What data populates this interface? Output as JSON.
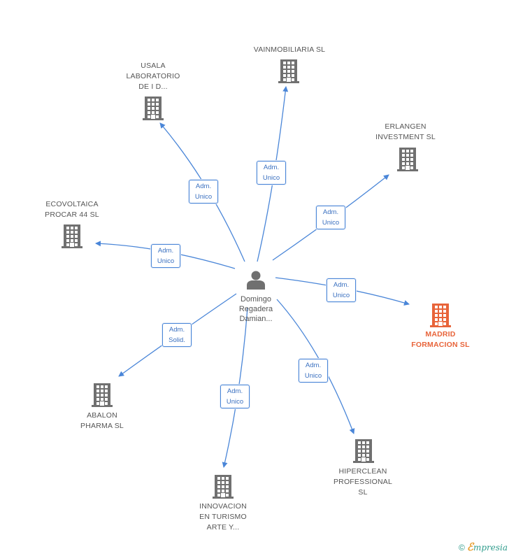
{
  "colors": {
    "edge": "#4a86d8",
    "building": "#707070",
    "highlight": "#e8643a",
    "person": "#707070"
  },
  "center": {
    "name": "Domingo\nRegadera\nDamian..."
  },
  "nodes": [
    {
      "id": "vainmobiliaria",
      "label": "VAINMOBILIARIA SL",
      "role": "Adm.\nUnico",
      "highlight": false
    },
    {
      "id": "usala",
      "label": "USALA\nLABORATORIO\nDE I D...",
      "role": "Adm.\nUnico",
      "highlight": false
    },
    {
      "id": "erlangen",
      "label": "ERLANGEN\nINVESTMENT SL",
      "role": "Adm.\nUnico",
      "highlight": false
    },
    {
      "id": "ecovoltaica",
      "label": "ECOVOLTAICA\nPROCAR 44 SL",
      "role": "Adm.\nUnico",
      "highlight": false
    },
    {
      "id": "madrid",
      "label": "MADRID\nFORMACION SL",
      "role": "Adm.\nUnico",
      "highlight": true
    },
    {
      "id": "abalon",
      "label": "ABALON\nPHARMA SL",
      "role": "Adm.\nSolid.",
      "highlight": false
    },
    {
      "id": "innovacion",
      "label": "INNOVACION\nEN TURISMO\nARTE Y...",
      "role": "Adm.\nUnico",
      "highlight": false
    },
    {
      "id": "hiperclean",
      "label": "HIPERCLEAN\nPROFESSIONAL\nSL",
      "role": "Adm.\nUnico",
      "highlight": false
    }
  ],
  "footer": {
    "copyright": "©",
    "brand_initial": "ℰ",
    "brand_rest": "mpresia"
  }
}
